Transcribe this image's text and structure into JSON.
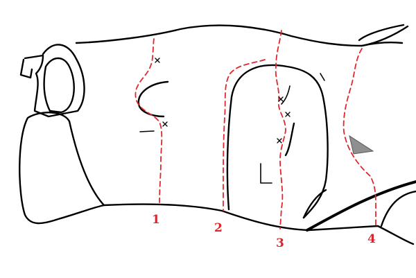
{
  "diagram": {
    "colors": {
      "outline": "#000000",
      "cut_line": "#e3262b",
      "label": "#d7262d",
      "fill_shade": "#8f8f8f",
      "background": "#ffffff"
    },
    "cut_lines": [
      {
        "label": "1"
      },
      {
        "label": "2"
      },
      {
        "label": "3"
      },
      {
        "label": "4"
      }
    ]
  }
}
